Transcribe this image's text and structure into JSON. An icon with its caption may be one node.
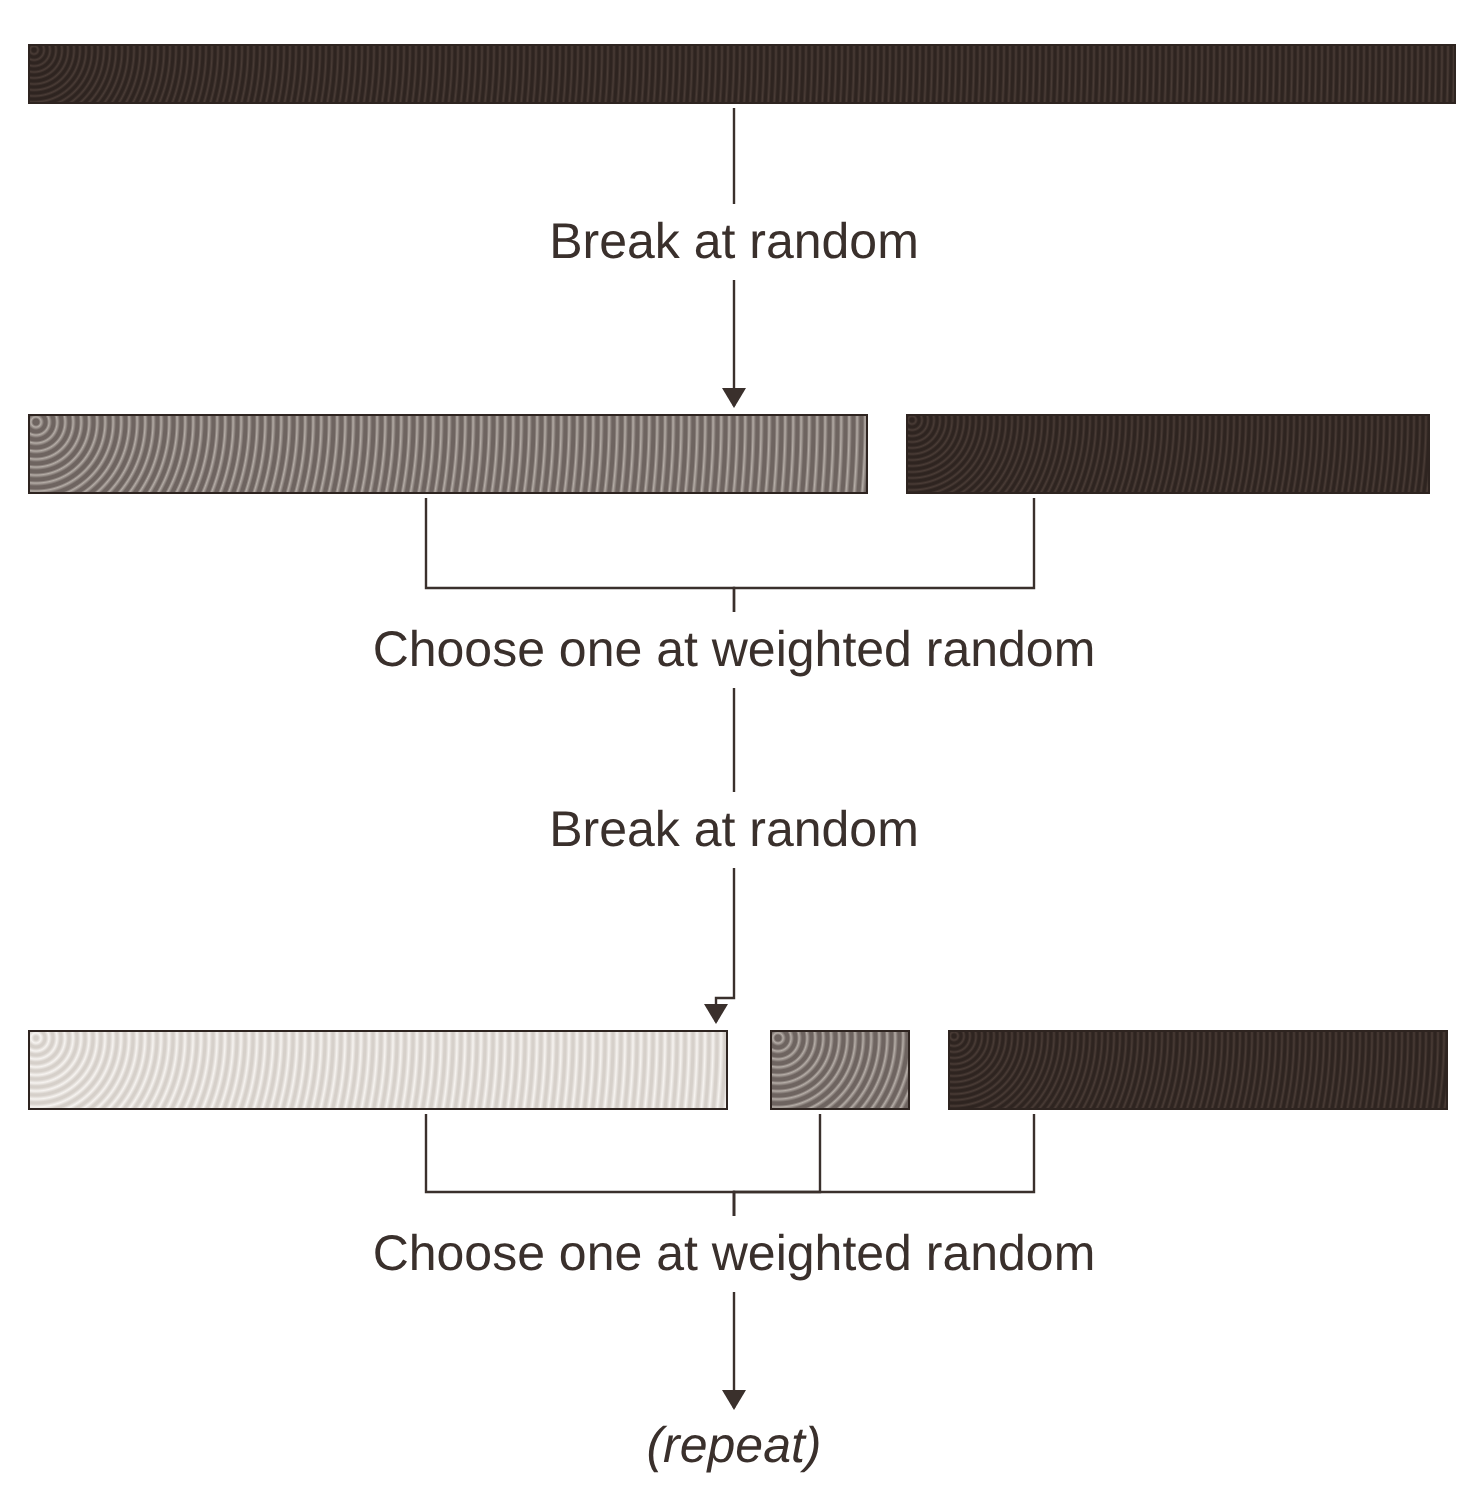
{
  "diagram": {
    "nodes": [
      {
        "text": [],
        "shape": "bar"
      },
      {
        "text": [
          "Break at random"
        ]
      },
      {
        "text": [],
        "shape": "bar"
      },
      {
        "text": [],
        "shape": "bar"
      },
      {
        "text": [
          "Choose one at weighted random"
        ]
      },
      {
        "text": [
          "Break at random"
        ]
      },
      {
        "text": [],
        "shape": "bar"
      },
      {
        "text": [],
        "shape": "bar"
      },
      {
        "text": [],
        "shape": "bar"
      },
      {
        "text": [
          "Choose one at weighted random"
        ]
      },
      {
        "text": [
          "(repeat)"
        ]
      }
    ],
    "edges": [
      {
        "from": 0,
        "to": 1,
        "arrow": "none"
      },
      {
        "from": 1,
        "to": 2,
        "arrow": "to"
      },
      {
        "from": 2,
        "to": 4,
        "arrow": "none"
      },
      {
        "from": 3,
        "to": 4,
        "arrow": "none"
      },
      {
        "from": 4,
        "to": 5,
        "arrow": "none"
      },
      {
        "from": 5,
        "to": 6,
        "arrow": "to"
      },
      {
        "from": 6,
        "to": 9,
        "arrow": "none"
      },
      {
        "from": 7,
        "to": 9,
        "arrow": "none"
      },
      {
        "from": 8,
        "to": 9,
        "arrow": "none"
      },
      {
        "from": 9,
        "to": 10,
        "arrow": "to"
      }
    ]
  }
}
